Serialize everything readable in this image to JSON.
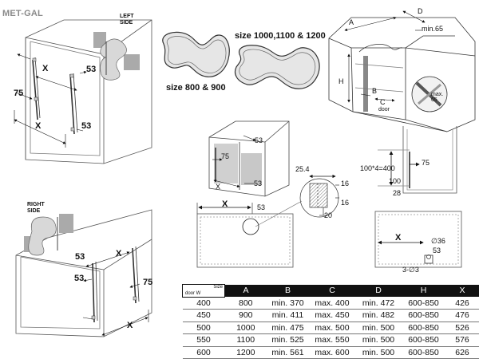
{
  "logo": "MET-GAL",
  "labels": {
    "left_side": "LEFT\nSIDE",
    "right_side": "RIGHT\nSIDE",
    "size_small": "size 800 & 900",
    "size_large": "size 1000,1100 & 1200",
    "dim_x": "X",
    "dim_53": "53",
    "dim_75": "75",
    "dim_a": "A",
    "dim_d": "D",
    "dim_h": "H",
    "dim_b": "B",
    "dim_c": "C",
    "door": "door",
    "min65": "min.65",
    "max65": "max.\n65",
    "dim_254": "25.4",
    "dim_16": "16",
    "dim_20": "20",
    "dim_100x4": "100*4=400",
    "dim_100": "100",
    "dim_28": "28",
    "dim_d36": "∅36",
    "dim_3d3": "3-∅3"
  },
  "table": {
    "corner_size": "Size",
    "corner_door": "door W",
    "columns": [
      "A",
      "B",
      "C",
      "D",
      "H",
      "X"
    ],
    "rows": [
      {
        "door": "400",
        "A": "800",
        "B": "min. 370",
        "C": "max. 400",
        "D": "min. 472",
        "H": "600-850",
        "X": "426"
      },
      {
        "door": "450",
        "A": "900",
        "B": "min. 411",
        "C": "max. 450",
        "D": "min. 482",
        "H": "600-850",
        "X": "476"
      },
      {
        "door": "500",
        "A": "1000",
        "B": "min. 475",
        "C": "max. 500",
        "D": "min. 500",
        "H": "600-850",
        "X": "526"
      },
      {
        "door": "550",
        "A": "1100",
        "B": "min. 525",
        "C": "max. 550",
        "D": "min. 500",
        "H": "600-850",
        "X": "576"
      },
      {
        "door": "600",
        "A": "1200",
        "B": "min. 561",
        "C": "max. 600",
        "D": "min. 500",
        "H": "600-850",
        "X": "626"
      }
    ]
  }
}
